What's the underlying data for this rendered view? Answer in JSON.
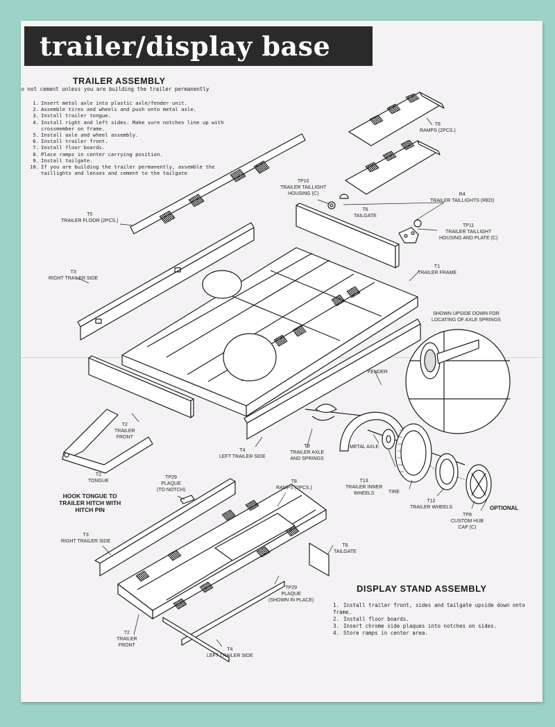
{
  "banner_title": "trailer/display base",
  "trailer_assembly": {
    "heading": "TRAILER ASSEMBLY",
    "subtitle": "Do not cement unless you are building the trailer permanently",
    "steps": [
      {
        "n": "1.",
        "text": "Insert metal axle into plastic axle/fender unit."
      },
      {
        "n": "2.",
        "text": "Assemble tires and wheels and push onto metal axle."
      },
      {
        "n": "3.",
        "text": "Install trailer tongue."
      },
      {
        "n": "4.",
        "text": "Install right and left sides. Make sure notches line up with crossmember on frame."
      },
      {
        "n": "5.",
        "text": "Install axle and wheel assembly."
      },
      {
        "n": "6.",
        "text": "Install trailer front."
      },
      {
        "n": "7.",
        "text": "Install floor boards."
      },
      {
        "n": "8.",
        "text": "Place ramps in center carrying position."
      },
      {
        "n": "9.",
        "text": "Install tailgate."
      },
      {
        "n": "10.",
        "text": "If you are building the trailer permanently, assemble the taillights and lenses and cement to the tailgate"
      }
    ]
  },
  "labels": {
    "t8_ramps": "T8\nRAMPS (2pcs.)",
    "tp10": "TP10\nTRAILER TAILLIGHT\nHOUSING (C)",
    "r4": "R4\nTRAILER TAILLIGHTS (Red)",
    "tp11": "TP11\nTRAILER TAILLIGHT\nHOUSING AND PLATE (C)",
    "t6_tailgate": "T6\nTAILGATE",
    "t5_floor": "T5\nTRAILER FLOOR (2pcs.)",
    "t3_right_side": "T3\nRIGHT TRAILER SIDE",
    "t1_frame": "T1\nTRAILER FRAME",
    "axle_springs_note": "SHOWN UPSIDE DOWN FOR\nLOCATING OF AXLE SPRINGS",
    "fender": "FENDER",
    "t2_front": "T2\nTRAILER\nFRONT",
    "t2_tongue": "T2\nTONGUE",
    "t4_left_side": "T4\nLEFT TRAILER SIDE",
    "t9_axle": "T9\nTRAILER AXLE\nAND SPRINGS",
    "metal_axle": "METAL AXLE",
    "t13_wheels": "T13\nTRAILER INNER\nWHEELS",
    "tire": "TIRE",
    "t12_wheels": "T12\nTRAILER WHEELS",
    "tp8_hubcap": "TP8\nCUSTOM HUB\nCAP (C)",
    "optional": "OPTIONAL",
    "hook_tongue": "HOOK TONGUE TO\nTRAILER HITCH WITH\nHITCH PIN",
    "tp29_top": "TP29\nPLAQUE\n(To notch)",
    "t8_ramps_lower": "T8\nRAMPS (2pcs.)",
    "t3_right_side_lower": "T3\nRIGHT TRAILER SIDE",
    "t6_tailgate_lower": "T6\nTAILGATE",
    "tp29_bottom": "TP29\nPLAQUE\n(Shown in place)",
    "t2_front_lower": "T2\nTRAILER\nFRONT",
    "t4_left_side_lower": "T4\nLEFT TRAILER SIDE"
  },
  "display_stand": {
    "heading": "DISPLAY STAND ASSEMBLY",
    "steps": [
      {
        "n": "1.",
        "text": "Install trailer front, sides and tailgate upside down onto frame."
      },
      {
        "n": "2.",
        "text": "Install floor boards."
      },
      {
        "n": "3.",
        "text": "Insert chrome side plaques into notches on sides."
      },
      {
        "n": "4.",
        "text": "Store ramps in center area."
      }
    ]
  }
}
